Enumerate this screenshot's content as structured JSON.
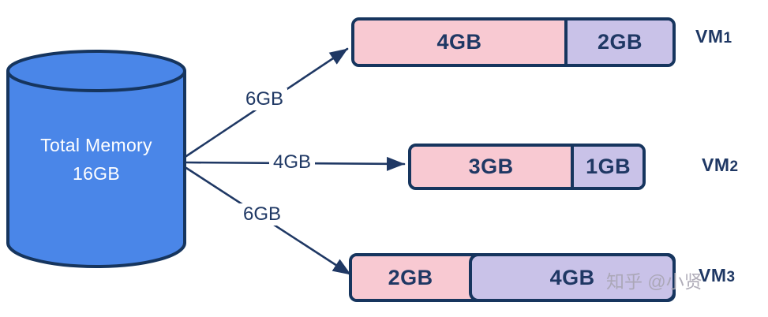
{
  "colors": {
    "cylinder_fill": "#4a86e8",
    "outline_navy": "#16355e",
    "pink": "#f8c9d2",
    "purple": "#c9c2e8",
    "label_navy": "#1f3864",
    "watermark_gray": "#a8a5b2"
  },
  "source": {
    "line1": "Total Memory",
    "line2": "16GB"
  },
  "flows": [
    {
      "label": "6GB",
      "to": "VM1"
    },
    {
      "label": "4GB",
      "to": "VM2"
    },
    {
      "label": "6GB",
      "to": "VM3"
    }
  ],
  "vms": [
    {
      "prefix": "VM",
      "sub": "1",
      "segments": [
        {
          "label": "4GB",
          "kind": "allocated",
          "pct": 66
        },
        {
          "label": "2GB",
          "kind": "free",
          "pct": 34
        }
      ]
    },
    {
      "prefix": "VM",
      "sub": "2",
      "segments": [
        {
          "label": "3GB",
          "kind": "allocated",
          "pct": 69
        },
        {
          "label": "1GB",
          "kind": "free",
          "pct": 31
        }
      ]
    },
    {
      "prefix": "VM",
      "sub": "3",
      "segments": [
        {
          "label": "2GB",
          "kind": "allocated",
          "pct": 36.5
        },
        {
          "label": "4GB",
          "kind": "free",
          "pct": 63.5
        }
      ]
    }
  ],
  "watermark": "知乎 @小贤"
}
